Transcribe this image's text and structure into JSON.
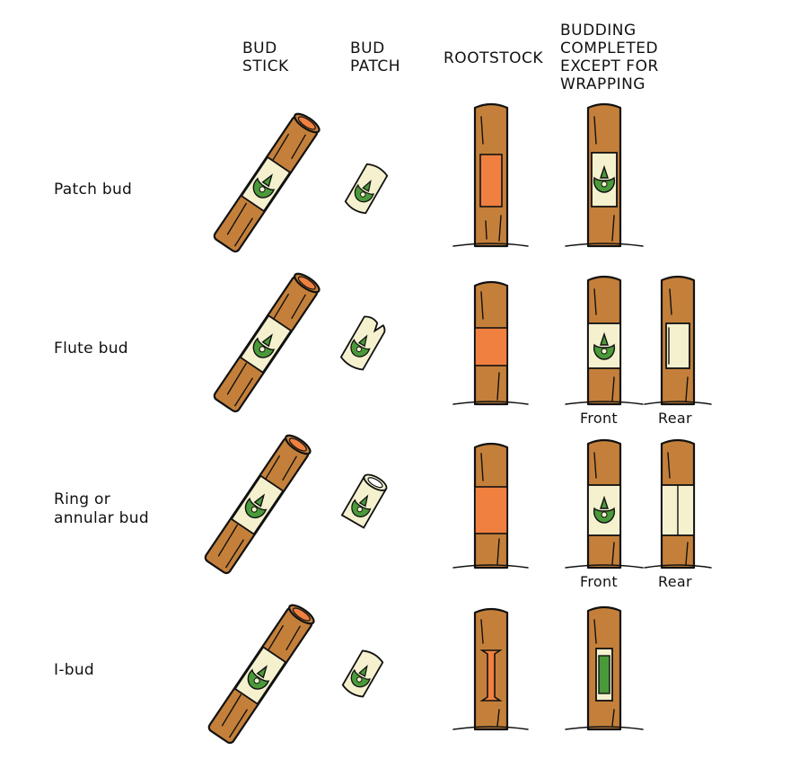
{
  "headers": {
    "bud_stick": [
      "BUD",
      "STICK"
    ],
    "bud_patch": [
      "BUD",
      "PATCH"
    ],
    "rootstock": "ROOTSTOCK",
    "completed": [
      "BUDDING",
      "COMPLETED",
      "EXCEPT FOR",
      "WRAPPING"
    ]
  },
  "rows": [
    {
      "label": [
        "Patch bud"
      ]
    },
    {
      "label": [
        "Flute bud"
      ]
    },
    {
      "label": [
        "Ring or",
        "annular bud"
      ]
    },
    {
      "label": [
        "I-bud"
      ]
    }
  ],
  "view_labels": {
    "front": "Front",
    "rear": "Rear"
  },
  "colors": {
    "bark": "#c4803a",
    "cut": "#f08040",
    "patch": "#f5f1cf",
    "bud": "#4a9a3a"
  }
}
